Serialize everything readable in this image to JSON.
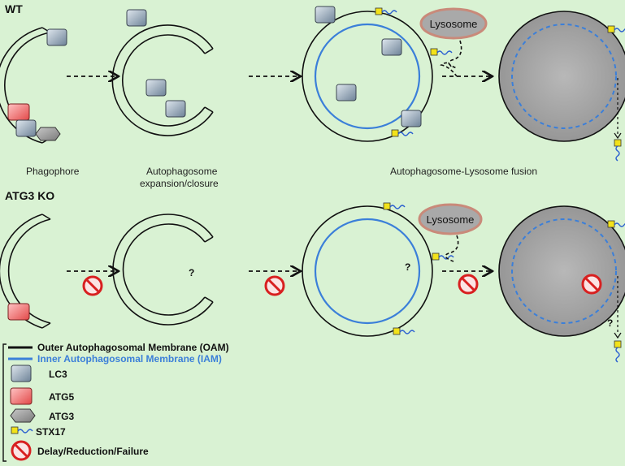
{
  "sections": {
    "wt": "WT",
    "ko": "ATG3 KO"
  },
  "stage_labels": {
    "phagophore": "Phagophore",
    "expansion_line1": "Autophagosome",
    "expansion_line2": "expansion/closure",
    "fusion": "Autophagosome-Lysosome fusion"
  },
  "lysosome_label": "Lysosome",
  "question_mark": "?",
  "legend": {
    "oam": "Outer Autophagosomal Membrane (OAM)",
    "iam": "Inner Autophagosomal Membrane (IAM)",
    "lc3": "LC3",
    "atg5": "ATG5",
    "atg3": "ATG3",
    "stx17": "STX17",
    "block": "Delay/Reduction/Failure"
  },
  "colors": {
    "background": "#d9f2d3",
    "oam": "#111111",
    "iam": "#3b7fd9",
    "lc3": "#7f93a6",
    "atg5": "#e85a5a",
    "atg3": "#8a8a8a",
    "stx17_box": "#f2e21a",
    "stx17_tail": "#2a5fd0",
    "lysosome_fill": "#a9a9a9",
    "lysosome_border": "#c98a7a",
    "block_red": "#d82020"
  },
  "icons": {
    "lc3": "lc3-square-icon",
    "atg5": "atg5-square-icon",
    "atg3": "atg3-hexagon-icon",
    "stx17": "stx17-anchor-icon",
    "block": "prohibition-icon"
  }
}
